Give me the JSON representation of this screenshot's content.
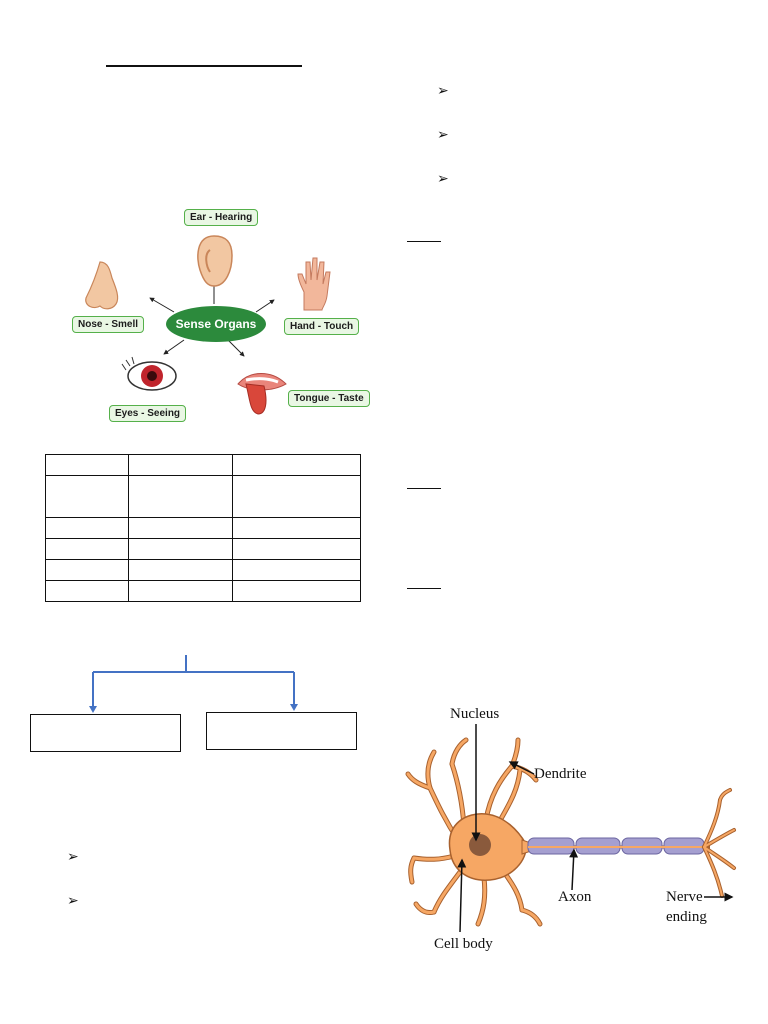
{
  "sense_diagram": {
    "center": "Sense Organs",
    "ear": "Ear - Hearing",
    "nose": "Nose - Smell",
    "hand": "Hand - Touch",
    "eyes": "Eyes - Seeing",
    "tongue": "Tongue - Taste"
  },
  "neuron_diagram": {
    "nucleus": "Nucleus",
    "dendrite": "Dendrite",
    "axon": "Axon",
    "nerve_ending_1": "Nerve",
    "nerve_ending_2": "ending",
    "cell_body": "Cell body"
  },
  "colors": {
    "label_border": "#55b04a",
    "label_fill": "#e9f7e4",
    "center_fill": "#2c8a3c",
    "flow_arrow": "#4472c4",
    "neuron_fill": "#f6a764",
    "neuron_stroke": "#a8612e",
    "myelin": "#a59fd0"
  },
  "icons": {
    "bullet": "arrowhead-bullet",
    "ear": "ear-icon",
    "nose": "nose-icon",
    "hand": "hand-icon",
    "eye": "eye-icon",
    "tongue": "tongue-icon"
  }
}
